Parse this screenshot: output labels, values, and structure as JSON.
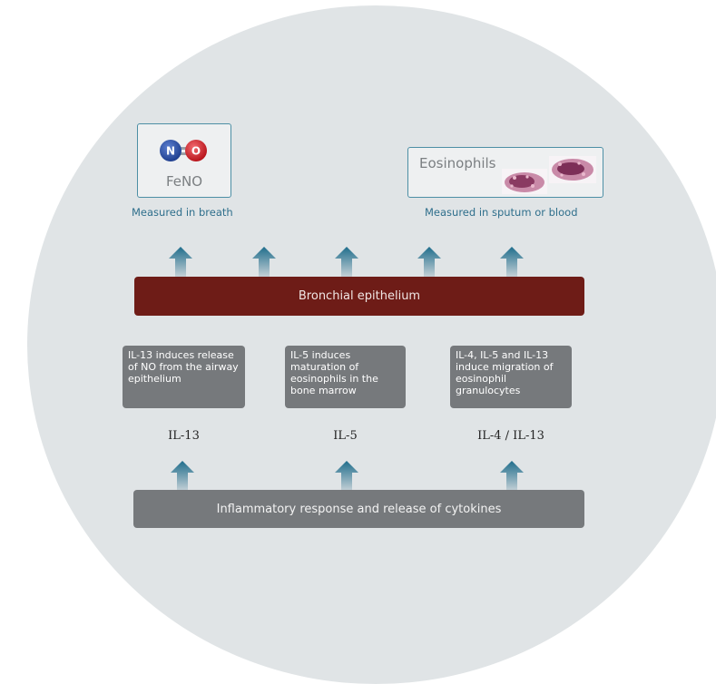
{
  "feno": {
    "molecule_atom_left": "N",
    "molecule_atom_right": "O",
    "label": "FeNO",
    "caption": "Measured in breath"
  },
  "eosinophils": {
    "label": "Eosinophils",
    "caption": "Measured in sputum or blood"
  },
  "bronchial_epithelium": {
    "label": "Bronchial epithelium"
  },
  "info_boxes": [
    {
      "text": "IL-13 induces release of NO from the airway epithelium"
    },
    {
      "text": "IL-5 induces maturation of eosinophils in the bone marrow"
    },
    {
      "text": "IL-4, IL-5 and IL-13 induce migration of eosinophil granulocytes"
    }
  ],
  "cytokine_labels": [
    "IL-13",
    "IL-5",
    "IL-4 / IL-13"
  ],
  "inflammatory": {
    "label": "Inflammatory response and release of cytokines"
  },
  "colors": {
    "background_circle": "#e0e4e6",
    "box_border": "#4d8fa5",
    "caption_text": "#2f6f8c",
    "bronchial": "#6e1c17",
    "grey_box": "#76797c",
    "arrow": "#1f6e8c",
    "nitrogen": "#1f3f8f",
    "oxygen": "#d2232a"
  },
  "icons": [
    "no-molecule-icon",
    "eosinophil-cell-icon",
    "up-arrow-icon"
  ]
}
